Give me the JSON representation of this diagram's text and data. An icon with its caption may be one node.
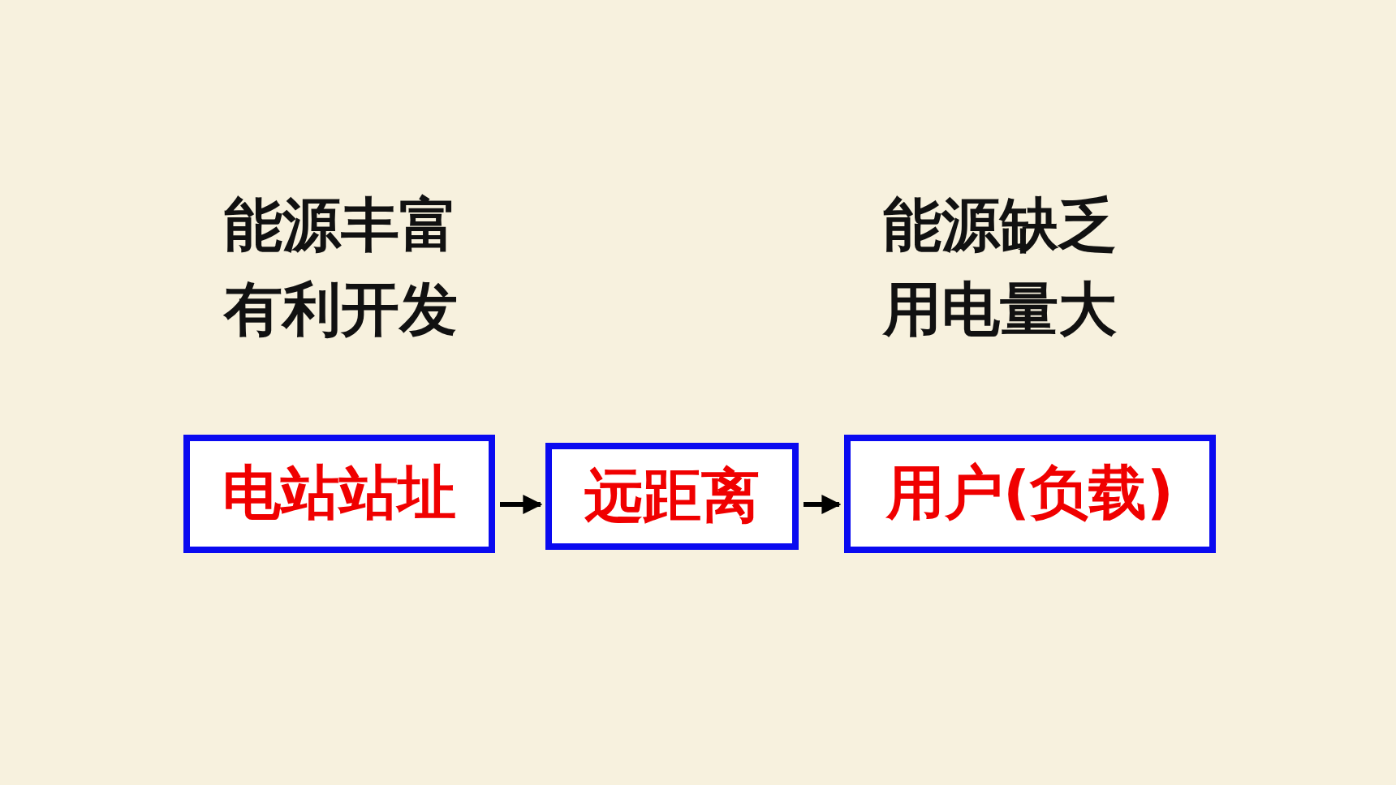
{
  "diagram": {
    "nodes": [
      {
        "text": [
          "电站站址"
        ],
        "beside": [
          "能源丰富",
          "有利开发"
        ]
      },
      {
        "text": [
          "远距离"
        ]
      },
      {
        "text": [
          "用户(负载)"
        ],
        "beside": [
          "能源缺乏",
          "用电量大"
        ]
      }
    ],
    "edges": [
      {
        "from": 0,
        "to": 1,
        "arrow": "to"
      },
      {
        "from": 1,
        "to": 2,
        "arrow": "to"
      }
    ]
  }
}
